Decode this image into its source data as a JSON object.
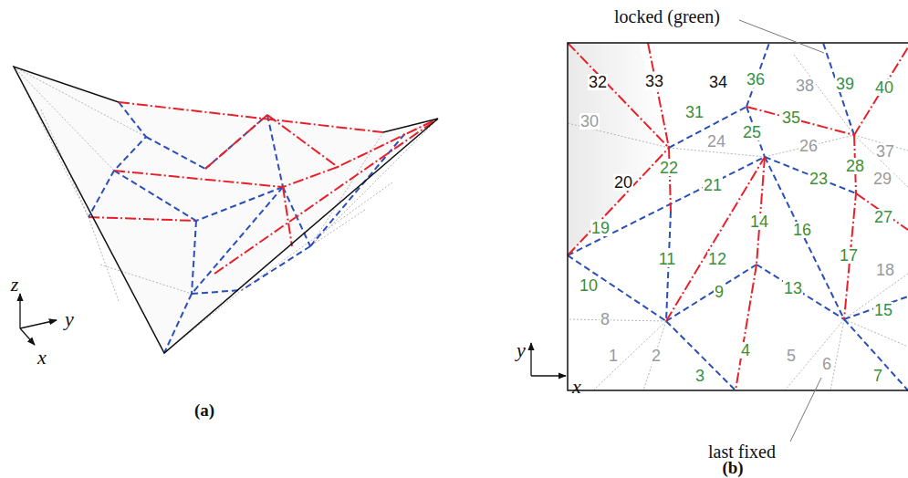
{
  "diagram": {
    "labels": [
      "(a)",
      "z",
      "y",
      "x",
      "locked (green)",
      "1",
      "2",
      "3",
      "4",
      "5",
      "6",
      "7",
      "8",
      "9",
      "10",
      "11",
      "12",
      "13",
      "14",
      "15",
      "16",
      "17",
      "18",
      "19",
      "20",
      "21",
      "22",
      "23",
      "24",
      "25",
      "26",
      "27",
      "28",
      "29",
      "30",
      "31",
      "32",
      "33",
      "34",
      "35",
      "36",
      "37",
      "38",
      "39",
      "40",
      "last fixed",
      "y",
      "x",
      "(b)"
    ]
  }
}
